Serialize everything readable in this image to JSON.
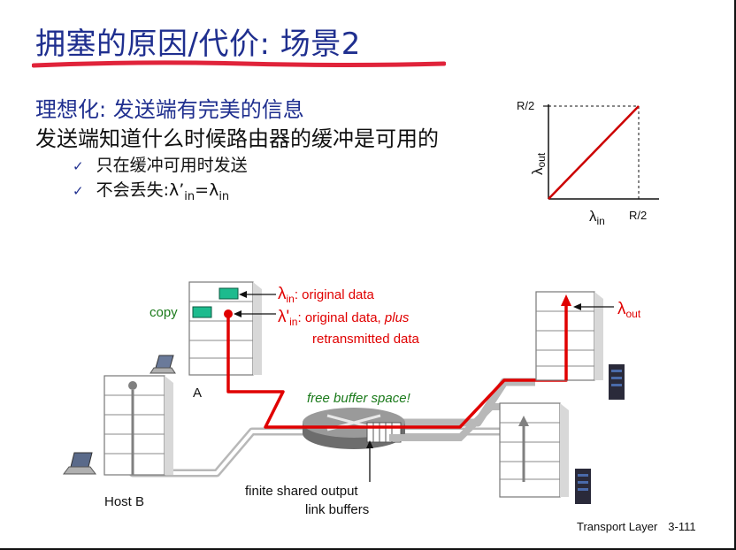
{
  "title": "拥塞的原因/代价: 场景2",
  "line1": "理想化: 发送端有完美的信息",
  "line2": "发送端知道什么时候路由器的缓冲是可用的",
  "bullets": [
    {
      "text": "只在缓冲可用时发送"
    },
    {
      "prefix": "不会丢失:",
      "lam1": "λ’",
      "sub1": "in",
      "eq": "=",
      "lam2": "λ",
      "sub2": "in"
    }
  ],
  "graph": {
    "y_tick": "R/2",
    "x_tick": "R/2",
    "y_label": "λ",
    "y_label_sub": "out",
    "x_label": "λ",
    "x_label_sub": "in",
    "line_color": "#cc0000"
  },
  "diagram": {
    "lambda_in": "λ",
    "lambda_in_sub": "in",
    "lambda_in_desc": ": original data",
    "lambda_in_prime": "λ'",
    "lambda_in_prime_sub": "in",
    "lambda_in_prime_desc": ": original data, ",
    "plus": "plus",
    "retransmitted": "retransmitted data",
    "copy": "copy",
    "host_a": "A",
    "host_b": "Host B",
    "free_buffer": "free buffer space!",
    "finite_buffer_1": "finite shared output",
    "finite_buffer_2": "link buffers",
    "lambda_out": "λ",
    "lambda_out_sub": "out",
    "red": "#e00000",
    "green": "#1a7a1a"
  },
  "footer": {
    "label": "Transport Layer",
    "page": "3-111"
  }
}
